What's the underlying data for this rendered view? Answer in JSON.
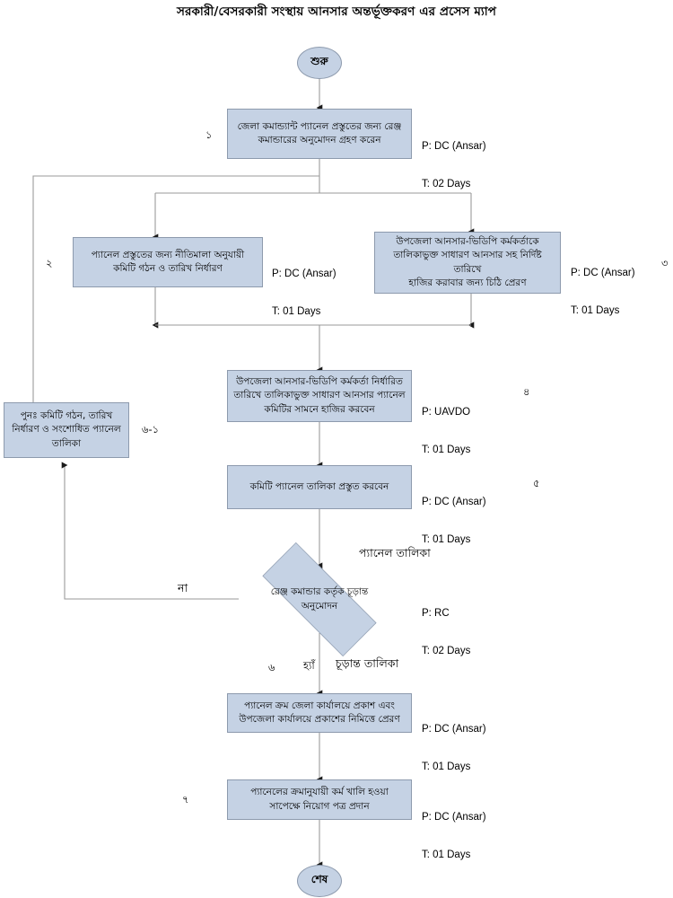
{
  "title": "সরকারী/বেসরকারী সংস্থায় আনসার অন্তর্ভূক্তকরণ এর প্রসেস ম্যাপ",
  "colors": {
    "node_fill": "#c5d2e4",
    "node_border": "#8d9aad",
    "connector": "#9a9a9a",
    "text": "#000000",
    "background": "#ffffff"
  },
  "nodes": {
    "start": {
      "label": "শুরু"
    },
    "end": {
      "label": "শেষ"
    },
    "step1": {
      "lines": [
        "জেলা কমান্ড্যান্ট প্যানেল প্রস্তুতের জন্য রেঞ্জ",
        "কমান্ডারের অনুমোদন গ্রহণ করেন"
      ],
      "person": "P: DC (Ansar)",
      "time": "T: 02 Days",
      "number": "১"
    },
    "step2": {
      "lines": [
        "প্যানেল প্রস্তুতের জন্য নীতিমালা অনুযায়ী",
        "কমিটি গঠন ও তারিখ নির্ধারণ"
      ],
      "person": "P: DC (Ansar)",
      "time": "T: 01 Days",
      "number": "২"
    },
    "step3": {
      "lines": [
        "উপজেলা আনসার-ভিডিপি কর্মকর্তাকে",
        "তালিকাভুক্ত সাধারণ আনসার সহ নির্দিষ্ট তারিখে",
        "হাজির করাবার জন্য চিঠি প্রেরণ"
      ],
      "person": "P: DC (Ansar)",
      "time": "T: 01 Days",
      "number": "৩"
    },
    "step4": {
      "lines": [
        "উপজেলা আনসার-ভিডিপি কর্মকর্তা নির্ধারিত",
        "তারিখে তালিকাভুক্ত সাধারণ আনসার প্যানেল",
        "কমিটির সামনে হাজির করবেন"
      ],
      "person": "P: UAVDO",
      "time": "T: 01 Days",
      "number": "৪"
    },
    "step5": {
      "lines": [
        "কমিটি প্যানেল তালিকা প্রস্তুত করবেন"
      ],
      "person": "P: DC (Ansar)",
      "time": "T: 01 Days",
      "number": "৫"
    },
    "rework": {
      "lines": [
        "পুনঃ  কমিটি গঠন, তারিখ",
        "নির্ধারণ ও সংশোধিত প্যানেল",
        "তালিকা"
      ],
      "number": "৬-১"
    },
    "decision": {
      "lines": [
        "রেঞ্জ কমান্ডার কর্তৃক চূড়ান্ত",
        "অনুমোদন"
      ],
      "person": "P: RC",
      "time": "T: 02 Days",
      "input_label": "প্যানেল তালিকা",
      "no_label": "না",
      "yes_label": "হ্যাঁ",
      "yes_output_label": "চূড়ান্ত তালিকা",
      "number": "৬"
    },
    "step7": {
      "lines": [
        "প্যানেল ক্রম জেলা কার্যালয়ে প্রকাশ এবং",
        "উপজেলা কার্যালয়ে প্রকাশের নিমিত্তে প্রেরণ"
      ],
      "person": "P: DC (Ansar)",
      "time": "T: 01 Days"
    },
    "step8": {
      "lines": [
        "প্যানেলের ক্রমানুযায়ী কর্ম খালি হওয়া",
        "সাপেক্ষে নিয়োগ পত্র প্রদান"
      ],
      "person": "P: DC (Ansar)",
      "time": "T: 01 Days",
      "number": "৭"
    }
  }
}
